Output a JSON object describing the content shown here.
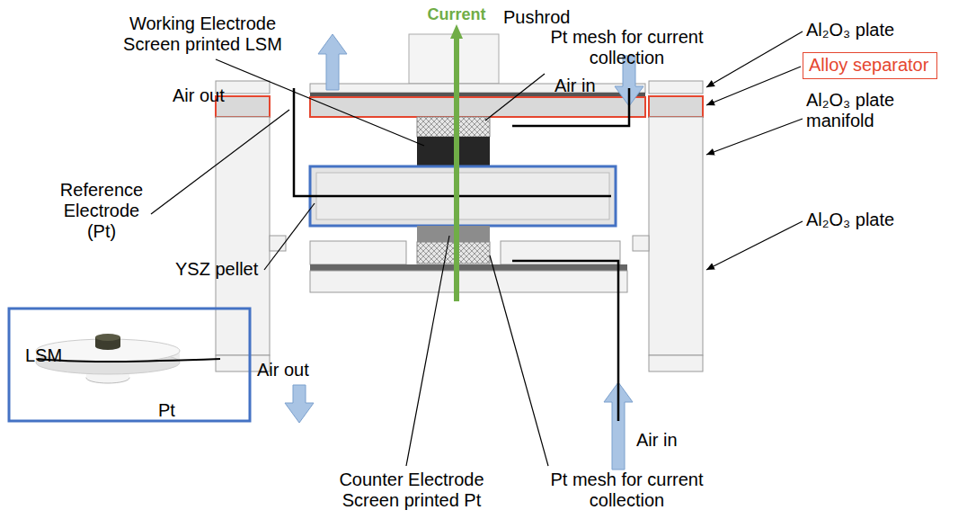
{
  "diagram": {
    "nodes": [
      {
        "text": [
          "Alloy separator"
        ]
      }
    ],
    "labels": [
      "Pushrod",
      "Current",
      "Working Electrode Screen printed LSM",
      "Pt mesh for current collection",
      "Air out",
      "Air in",
      "Al₂O₃ plate",
      "Al₂O₃ plate manifold",
      "Reference Electrode (Pt)",
      "YSZ pellet",
      "LSM",
      "Pt",
      "Air out",
      "Air in",
      "Al₂O₃ plate",
      "Counter Electrode Screen printed Pt",
      "Pt mesh for current collection"
    ]
  }
}
